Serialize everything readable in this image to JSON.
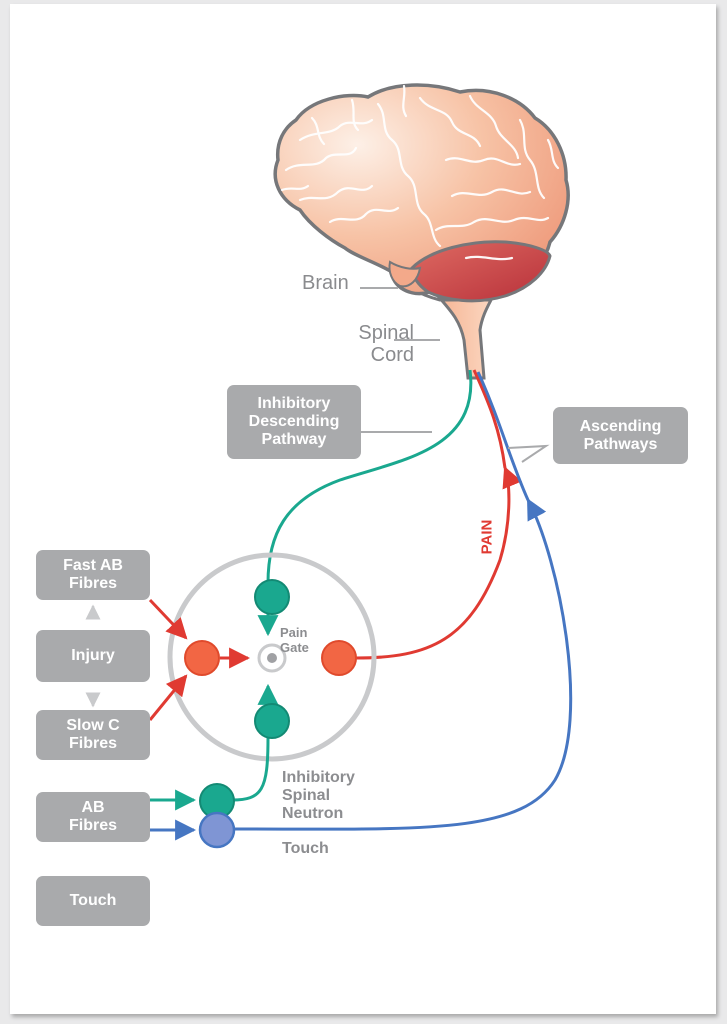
{
  "labels": {
    "brain": "Brain",
    "spinal_cord": "Spinal\nCord",
    "pain": "PAIN",
    "pain_gate": "Pain\nGate",
    "inhibitory_spinal_neutron": "Inhibitory\nSpinal\nNeutron",
    "touch": "Touch"
  },
  "boxes": {
    "inhibitory_descending_pathway": "Inhibitory\nDescending\nPathway",
    "ascending_pathways": "Ascending\nPathways",
    "fast_ab_fibres": "Fast AB\nFibres",
    "injury": "Injury",
    "slow_c_fibres": "Slow C\nFibres",
    "ab_fibres": "AB\nFibres",
    "touch": "Touch"
  },
  "colors": {
    "teal": "#1aa88f",
    "red": "#e03a32",
    "blue": "#4676c2",
    "orange_neuron": "#f26644",
    "purple_neuron": "#7f95d4",
    "box_gray": "#a9aaac"
  }
}
